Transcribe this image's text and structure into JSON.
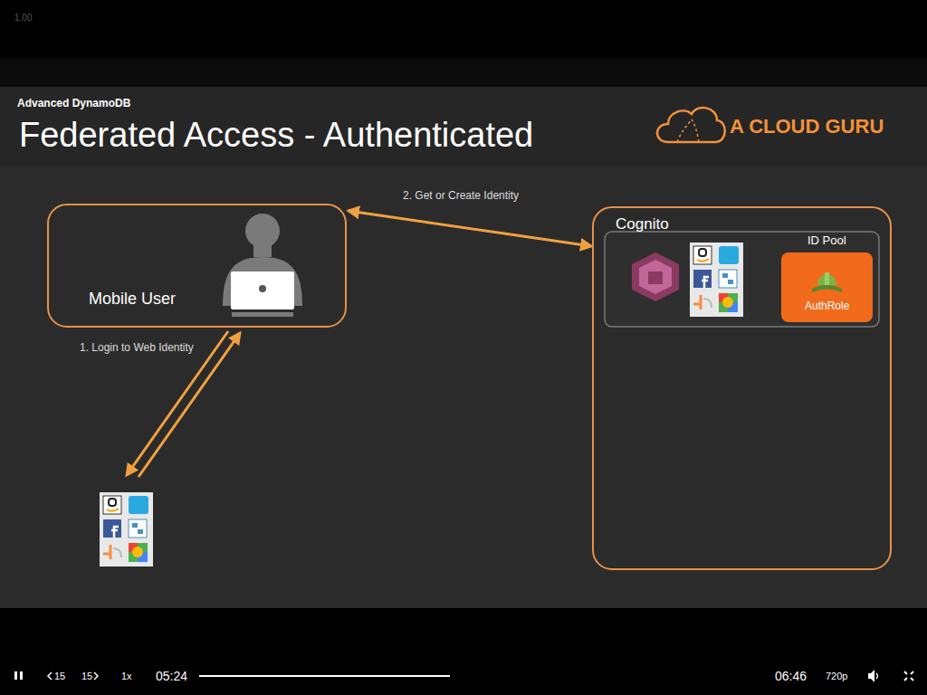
{
  "diagram": {
    "title": "Federated Access - Authenticated",
    "nodes": [
      {
        "text": [
          "Mobile User"
        ]
      },
      {
        "text": [
          "Cognito"
        ]
      },
      {
        "text": [
          "ID Pool",
          "AuthRole"
        ],
        "in": 1
      }
    ],
    "edges": [
      {
        "from": 0,
        "to": 1,
        "label": "2. Get or Create Identity",
        "arrow": "both"
      }
    ],
    "labels": [
      "1.00",
      "Advanced DynamoDB",
      "A CLOUD GURU",
      "1. Login to Web Identity",
      "15",
      "15",
      "1x",
      "05:24",
      "06:46",
      "720p"
    ]
  }
}
